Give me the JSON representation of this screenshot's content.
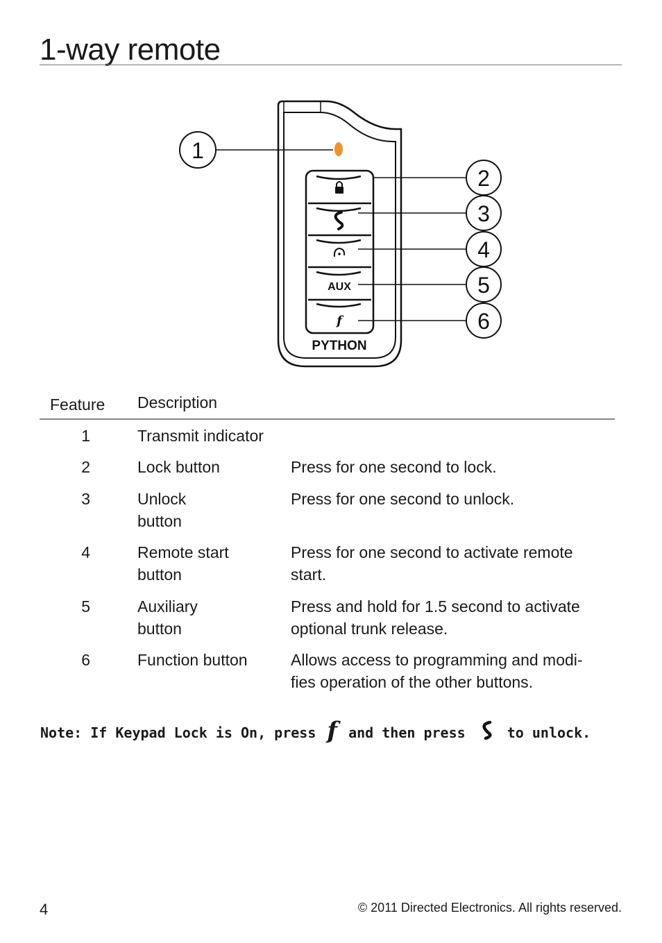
{
  "title": "1-way remote",
  "figure": {
    "brand": "PYTHON",
    "aux_label": "AUX",
    "callouts": [
      "1",
      "2",
      "3",
      "4",
      "5",
      "6"
    ],
    "indicator_color": "#f0922a"
  },
  "table": {
    "headers": {
      "feature": "Feature",
      "description": "Description"
    },
    "rows": [
      {
        "num": "1",
        "feature": "Transmit indicator",
        "description": ""
      },
      {
        "num": "2",
        "feature": "Lock button",
        "description": "Press for one second to lock."
      },
      {
        "num": "3",
        "feature": "Unlock button",
        "description": "Press for one second to unlock."
      },
      {
        "num": "4",
        "feature": "Remote start button",
        "description": "Press for one second to activate remote start."
      },
      {
        "num": "5",
        "feature": "Auxiliary button",
        "description": "Press and hold for 1.5 second to activate optional trunk release."
      },
      {
        "num": "6",
        "feature": "Function button",
        "description": "Allows access to programming and modi-fies operation of the other buttons."
      }
    ]
  },
  "note": {
    "part1": "Note: If Keypad Lock is On, press ",
    "f_symbol": "f",
    "part2": " and then press ",
    "part3": " to unlock."
  },
  "footer": {
    "page_number": "4",
    "copyright": "© 2011 Directed Electronics. All rights reserved."
  }
}
